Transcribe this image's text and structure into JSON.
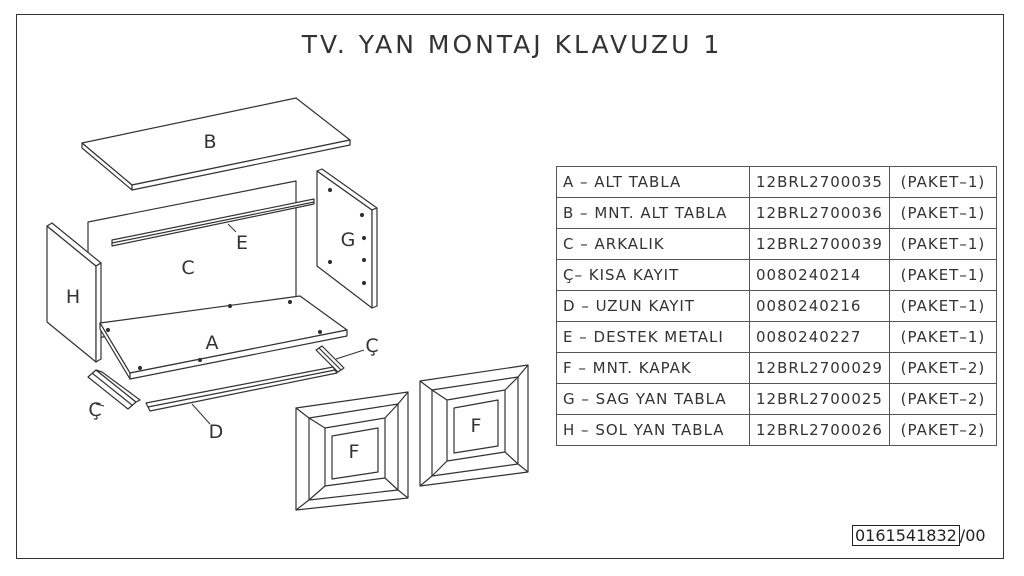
{
  "title": "TV. YAN MONTAJ KLAVUZU 1",
  "part_labels": {
    "a": "A",
    "b": "B",
    "c": "C",
    "c_cedilla": "Ç",
    "d": "D",
    "e": "E",
    "f": "F",
    "g": "G",
    "h": "H"
  },
  "parts_table": [
    {
      "name": "A – ALT TABLA",
      "code": "12BRL2700035",
      "package": "(PAKET–1)"
    },
    {
      "name": "B – MNT. ALT TABLA",
      "code": "12BRL2700036",
      "package": "(PAKET–1)"
    },
    {
      "name": "C – ARKALIK",
      "code": "12BRL2700039",
      "package": "(PAKET–1)"
    },
    {
      "name": "Ç– KISA KAYIT",
      "code": "0080240214",
      "package": "(PAKET–1)"
    },
    {
      "name": "D – UZUN KAYIT",
      "code": "0080240216",
      "package": "(PAKET–1)"
    },
    {
      "name": "E – DESTEK METALI",
      "code": "0080240227",
      "package": "(PAKET–1)"
    },
    {
      "name": "F – MNT. KAPAK",
      "code": "12BRL2700029",
      "package": "(PAKET–2)"
    },
    {
      "name": "G – SAG YAN TABLA",
      "code": "12BRL2700025",
      "package": "(PAKET–2)"
    },
    {
      "name": "H – SOL YAN TABLA",
      "code": "12BRL2700026",
      "package": "(PAKET–2)"
    }
  ],
  "document_number": {
    "boxed": "0161541832",
    "suffix": "/00"
  }
}
